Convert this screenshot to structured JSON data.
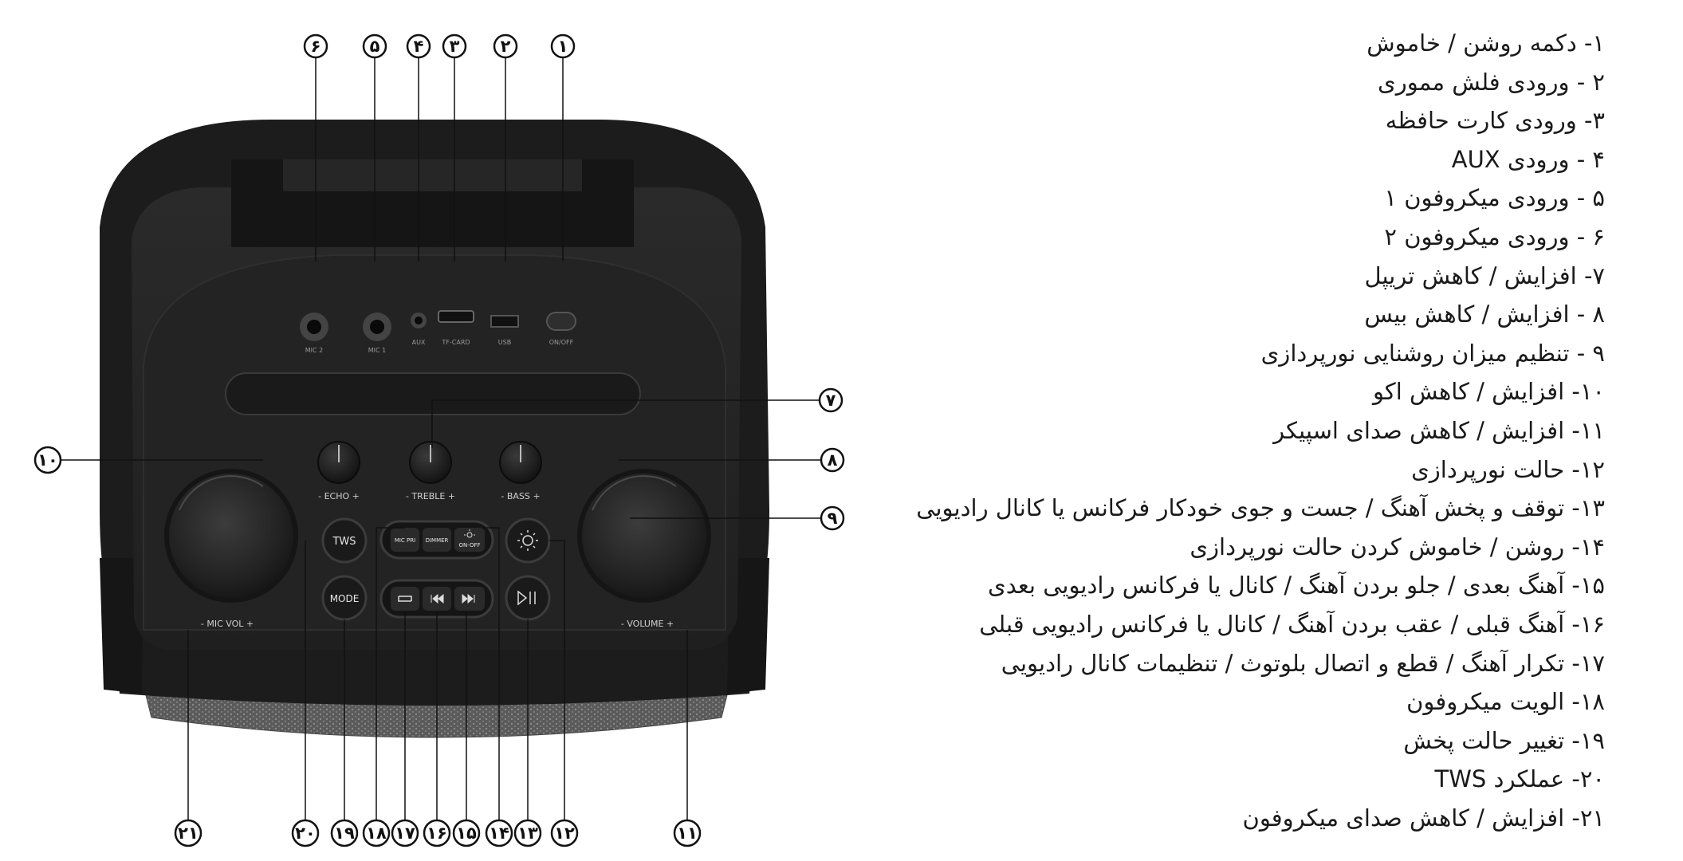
{
  "speaker": {
    "jacks": {
      "mic2": "MIC 2",
      "mic1": "MIC 1",
      "aux": "AUX",
      "tf_card": "TF-CARD",
      "usb": "USB",
      "on_off": "ON/OFF"
    },
    "knobs": {
      "echo": "- ECHO +",
      "treble": "- TREBLE +",
      "bass": "- BASS +"
    },
    "dials": {
      "mic_vol": "- MIC VOL +",
      "volume": "- VOLUME +"
    },
    "buttons": {
      "tws": "TWS",
      "mode": "MODE",
      "mic_pri": "MIC PRI",
      "dimmer": "DIMMER",
      "light_on_off": "ON-OFF"
    }
  },
  "callouts": {
    "n1": "۱",
    "n2": "۲",
    "n3": "۳",
    "n4": "۴",
    "n5": "۵",
    "n6": "۶",
    "n7": "۷",
    "n8": "۸",
    "n9": "۹",
    "n10": "۱۰",
    "n11": "۱۱",
    "n12": "۱۲",
    "n13": "۱۳",
    "n14": "۱۴",
    "n15": "۱۵",
    "n16": "۱۶",
    "n17": "۱۷",
    "n18": "۱۸",
    "n19": "۱۹",
    "n20": "۲۰",
    "n21": "۲۱"
  },
  "legend": [
    "۱- دکمه روشن / خاموش",
    "۲ - ورودی فلش مموری",
    "۳- ورودی کارت حافظه",
    "۴ - ورودی AUX",
    "۵ - ورودی میکروفون ۱",
    "۶ - ورودی میکروفون ۲",
    "۷- افزایش / کاهش تریپل",
    "۸ - افزایش / کاهش بیس",
    "۹ - تنظیم میزان روشنایی نورپردازی",
    "۱۰- افزایش / کاهش اکو",
    "۱۱- افزایش / کاهش صدای اسپیکر",
    "۱۲- حالت نورپردازی",
    "۱۳- توقف و پخش آهنگ / جست و جوی خودکار فرکانس یا کانال رادیویی",
    "۱۴- روشن / خاموش کردن حالت نورپردازی",
    "۱۵- آهنگ بعدی / جلو بردن آهنگ / کانال یا فرکانس رادیویی بعدی",
    "۱۶- آهنگ قبلی / عقب بردن آهنگ / کانال یا فرکانس رادیویی قبلی",
    "۱۷- تکرار آهنگ / قطع و اتصال بلوتوث / تنظیمات کانال رادیویی",
    "۱۸- الویت میکروفون",
    "۱۹- تغییر حالت پخش",
    "۲۰- عملکرد TWS",
    "۲۱- افزایش / کاهش  صدای میکروفون"
  ]
}
